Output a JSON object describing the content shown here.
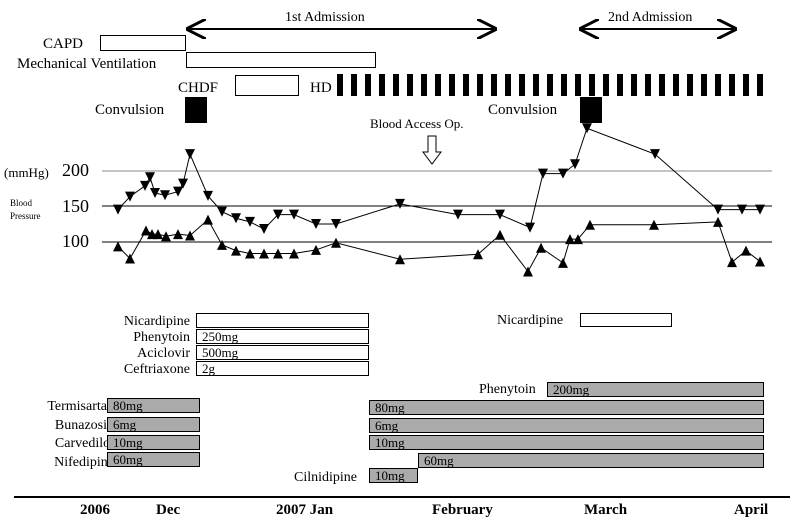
{
  "admissions": {
    "first": "1st Admission",
    "second": "2nd Admission"
  },
  "events": {
    "capd": "CAPD",
    "mechanical_ventilation": "Mechanical Ventilation",
    "chdf": "CHDF",
    "hd": "HD",
    "convulsion": "Convulsion",
    "blood_access": "Blood Access Op."
  },
  "bp_axis": {
    "unit": "(mmHg)",
    "label_line1": "Blood",
    "label_line2": "Pressure",
    "ticks": [
      "200",
      "150",
      "100"
    ]
  },
  "meds_top": [
    {
      "name": "Nicardipine",
      "dose": ""
    },
    {
      "name": "Phenytoin",
      "dose": "250mg"
    },
    {
      "name": "Aciclovir",
      "dose": "500mg"
    },
    {
      "name": "Ceftriaxone",
      "dose": "2g"
    }
  ],
  "meds_right_top": {
    "name": "Nicardipine"
  },
  "meds_bottom": [
    {
      "name": "Termisartan",
      "dose_first": "80mg",
      "dose_second": "80mg"
    },
    {
      "name": "Bunazosin",
      "dose_first": "6mg",
      "dose_second": "6mg"
    },
    {
      "name": "Carvedilol",
      "dose_first": "10mg",
      "dose_second": "10mg"
    },
    {
      "name": "Nifedipine",
      "dose_first": "60mg",
      "dose_second": "60mg"
    }
  ],
  "phenytoin_late": {
    "name": "Phenytoin",
    "dose": "200mg"
  },
  "cilnidipine": {
    "name": "Cilnidipine",
    "dose": "10mg"
  },
  "timeline": [
    "2006",
    "Dec",
    "2007 Jan",
    "February",
    "March",
    "April"
  ],
  "chart_data": {
    "type": "line",
    "ylabel": "Blood Pressure (mmHg)",
    "y_ticks": [
      100,
      150,
      200
    ],
    "series": [
      {
        "values": [
          145,
          163,
          178,
          190,
          168,
          165,
          170,
          181,
          222,
          164,
          142,
          133,
          128,
          118,
          138,
          138,
          125,
          125,
          153,
          138,
          138,
          120,
          195,
          195,
          208,
          258,
          222,
          145,
          145,
          145
        ]
      },
      {
        "values": [
          94,
          77,
          116,
          111,
          111,
          108,
          111,
          109,
          131,
          96,
          88,
          84,
          84,
          84,
          84,
          89,
          99,
          76,
          83,
          110,
          59,
          92,
          71,
          104,
          104,
          124,
          124,
          128,
          72,
          88,
          73
        ]
      }
    ]
  }
}
